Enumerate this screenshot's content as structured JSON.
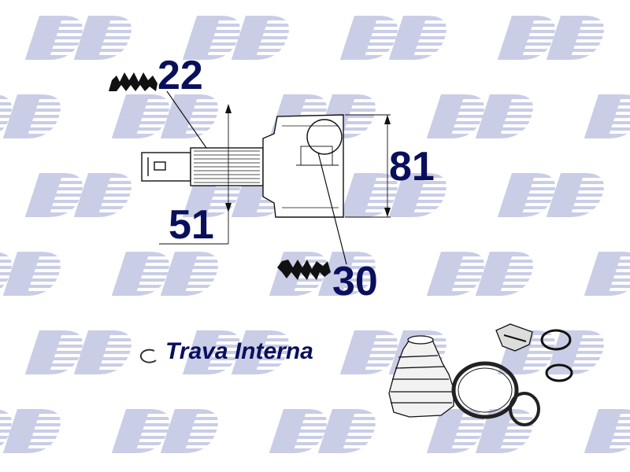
{
  "dimensions": {
    "spline_outer": "22",
    "shaft_length": "51",
    "outer_diameter": "81",
    "spline_inner": "30"
  },
  "caption": "Trava Interna",
  "colors": {
    "label": "#0a0f5c",
    "watermark": "#c9cde6",
    "line": "#111111"
  },
  "icons": [
    "snap-ring-icon",
    "spline-tooth-icon",
    "boot-kit-icon",
    "watermark-logo-icon"
  ]
}
